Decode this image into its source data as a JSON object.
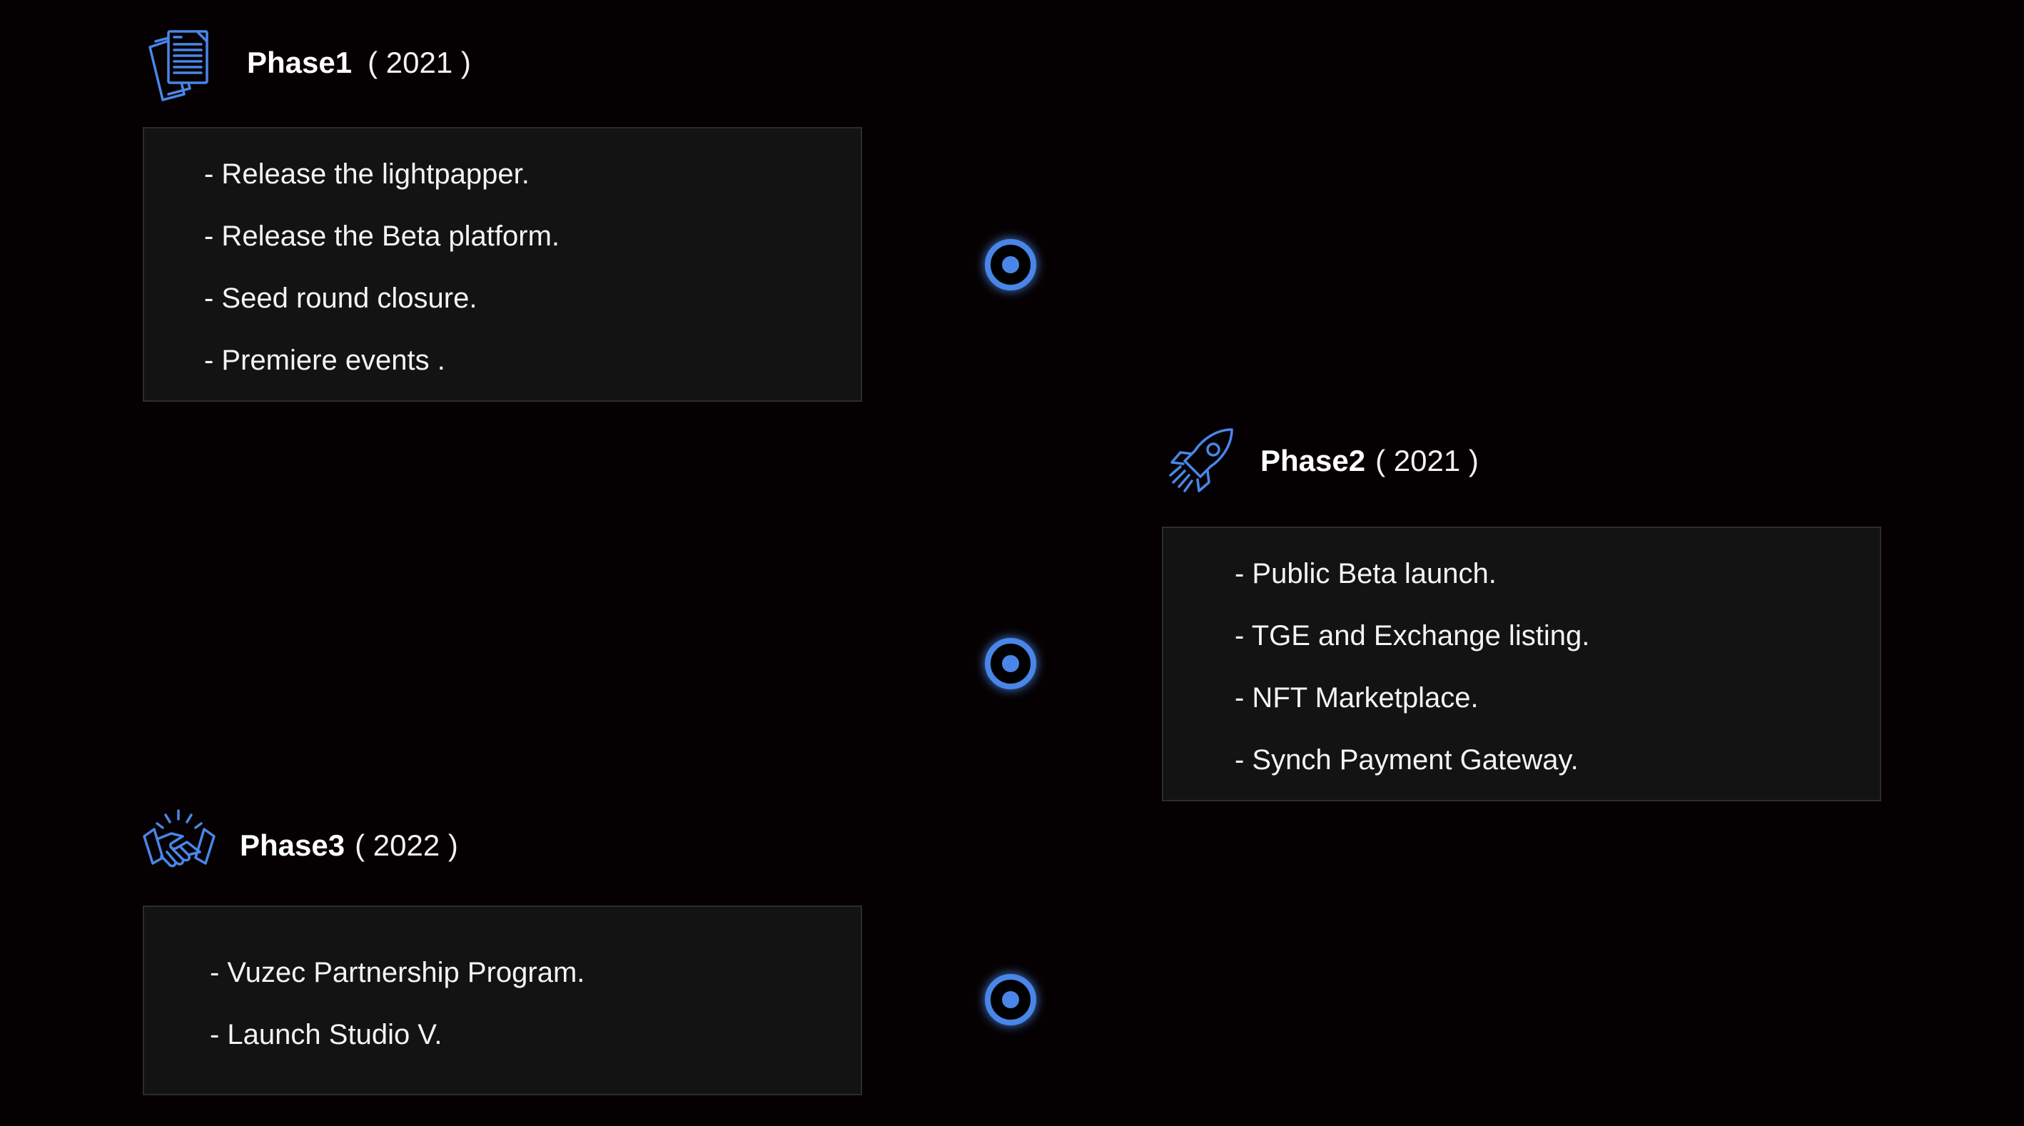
{
  "colors": {
    "background": "#050102",
    "accent": "#4a86e8",
    "panel": "#131313",
    "panel_border": "#2c2c2c",
    "text": "#f4f4f4"
  },
  "phases": [
    {
      "name": "Phase1",
      "year": "( 2021 )",
      "icon": "documents-icon",
      "items": [
        "- Release the lightpapper.",
        "- Release the Beta platform.",
        "- Seed round closure.",
        "- Premiere events ."
      ]
    },
    {
      "name": "Phase2",
      "year": "( 2021 )",
      "icon": "rocket-icon",
      "items": [
        "- Public Beta launch.",
        "- TGE and Exchange listing.",
        "- NFT Marketplace.",
        "- Synch Payment Gateway."
      ]
    },
    {
      "name": "Phase3",
      "year": "( 2022 )",
      "icon": "handshake-icon",
      "items": [
        "- Vuzec Partnership Program.",
        "- Launch Studio V."
      ]
    }
  ]
}
